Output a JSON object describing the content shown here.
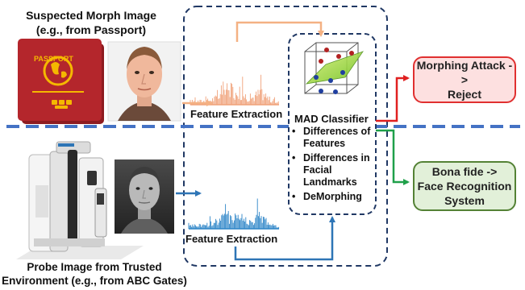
{
  "top": {
    "title_line1": "Suspected Morph Image",
    "title_line2": "(e.g., from Passport)",
    "passport_label": "PASSPORT",
    "feature_label": "Feature Extraction"
  },
  "bottom": {
    "title_line1": "Probe Image from Trusted",
    "title_line2": "Environment  (e.g., from ABC Gates)",
    "feature_label": "Feature  Extraction"
  },
  "classifier": {
    "title": "MAD Classifier",
    "methods": [
      "Differences of Features",
      "Differences in Facial Landmarks",
      "DeMorphing"
    ]
  },
  "outputs": {
    "reject_line1": "Morphing Attack ->",
    "reject_line2": "Reject",
    "accept_line1": "Bona fide ->",
    "accept_line2": "Face Recognition",
    "accept_line3": "System"
  },
  "colors": {
    "top_arrow": "#f4b183",
    "bottom_arrow": "#2e75b6",
    "dashed_frame": "#203864",
    "separator": "#4472c4",
    "reject_arrow": "#e02020",
    "accept_arrow": "#1fa04a",
    "reject_fill": "#fde0e0",
    "reject_border": "#e03030",
    "accept_fill": "#e2f0d9",
    "accept_border": "#548235",
    "passport_red": "#b4262c",
    "passport_gold": "#f5b800",
    "spectrum_orange": "#f0a27a",
    "spectrum_blue": "#2e86c8"
  }
}
